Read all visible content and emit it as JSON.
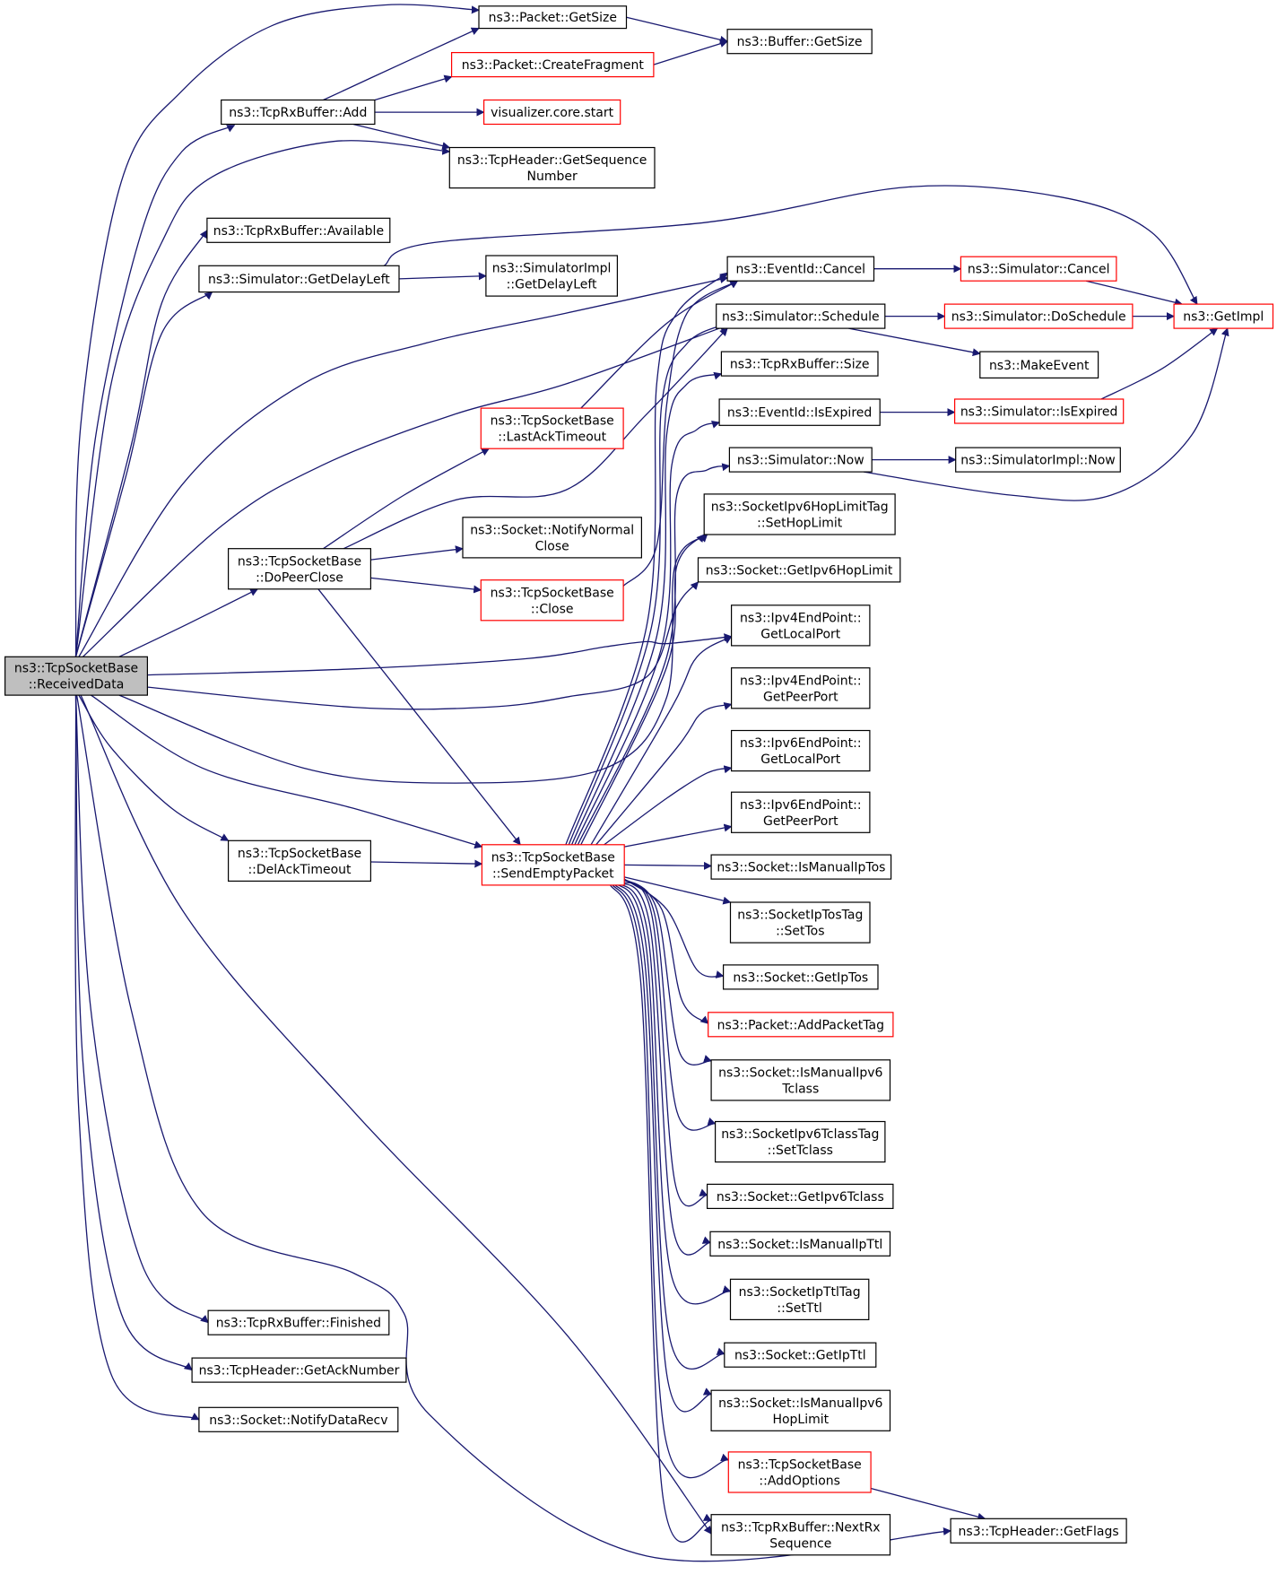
{
  "colors": {
    "edge": "#191970",
    "node_border_normal": "#000000",
    "node_border_truncated": "#ff0000",
    "root_fill": "#bfbfbf",
    "node_fill": "#ffffff"
  },
  "root": "ReceivedData",
  "nodes": [
    {
      "id": "ReceivedData",
      "lines": [
        "ns3::TcpSocketBase",
        "::ReceivedData"
      ],
      "truncated": false
    },
    {
      "id": "PacketGetSize",
      "lines": [
        "ns3::Packet::GetSize"
      ],
      "truncated": false
    },
    {
      "id": "BufferGetSize",
      "lines": [
        "ns3::Buffer::GetSize"
      ],
      "truncated": false
    },
    {
      "id": "CreateFragment",
      "lines": [
        "ns3::Packet::CreateFragment"
      ],
      "truncated": true
    },
    {
      "id": "RxAdd",
      "lines": [
        "ns3::TcpRxBuffer::Add"
      ],
      "truncated": false
    },
    {
      "id": "VisStart",
      "lines": [
        "visualizer.core.start"
      ],
      "truncated": true
    },
    {
      "id": "GetSeqNum",
      "lines": [
        "ns3::TcpHeader::GetSequence",
        "Number"
      ],
      "truncated": false
    },
    {
      "id": "RxAvailable",
      "lines": [
        "ns3::TcpRxBuffer::Available"
      ],
      "truncated": false
    },
    {
      "id": "GetDelayLeft",
      "lines": [
        "ns3::Simulator::GetDelayLeft"
      ],
      "truncated": false
    },
    {
      "id": "ImplGetDelayLeft",
      "lines": [
        "ns3::SimulatorImpl",
        "::GetDelayLeft"
      ],
      "truncated": false
    },
    {
      "id": "EventCancel",
      "lines": [
        "ns3::EventId::Cancel"
      ],
      "truncated": false
    },
    {
      "id": "SimCancel",
      "lines": [
        "ns3::Simulator::Cancel"
      ],
      "truncated": true
    },
    {
      "id": "GetImpl",
      "lines": [
        "ns3::GetImpl"
      ],
      "truncated": true
    },
    {
      "id": "SimSchedule",
      "lines": [
        "ns3::Simulator::Schedule"
      ],
      "truncated": false
    },
    {
      "id": "DoSchedule",
      "lines": [
        "ns3::Simulator::DoSchedule"
      ],
      "truncated": true
    },
    {
      "id": "MakeEvent",
      "lines": [
        "ns3::MakeEvent"
      ],
      "truncated": false
    },
    {
      "id": "RxSize",
      "lines": [
        "ns3::TcpRxBuffer::Size"
      ],
      "truncated": false
    },
    {
      "id": "EventIsExpired",
      "lines": [
        "ns3::EventId::IsExpired"
      ],
      "truncated": false
    },
    {
      "id": "SimIsExpired",
      "lines": [
        "ns3::Simulator::IsExpired"
      ],
      "truncated": true
    },
    {
      "id": "LastAckTimeout",
      "lines": [
        "ns3::TcpSocketBase",
        "::LastAckTimeout"
      ],
      "truncated": true
    },
    {
      "id": "SimNow",
      "lines": [
        "ns3::Simulator::Now"
      ],
      "truncated": false
    },
    {
      "id": "ImplNow",
      "lines": [
        "ns3::SimulatorImpl::Now"
      ],
      "truncated": false
    },
    {
      "id": "SetHopLimit",
      "lines": [
        "ns3::SocketIpv6HopLimitTag",
        "::SetHopLimit"
      ],
      "truncated": false
    },
    {
      "id": "NotifyNormalClose",
      "lines": [
        "ns3::Socket::NotifyNormal",
        "Close"
      ],
      "truncated": false
    },
    {
      "id": "DoPeerClose",
      "lines": [
        "ns3::TcpSocketBase",
        "::DoPeerClose"
      ],
      "truncated": false
    },
    {
      "id": "GetIpv6HopLimit",
      "lines": [
        "ns3::Socket::GetIpv6HopLimit"
      ],
      "truncated": false
    },
    {
      "id": "TcpClose",
      "lines": [
        "ns3::TcpSocketBase",
        "::Close"
      ],
      "truncated": true
    },
    {
      "id": "V4LocalPort",
      "lines": [
        "ns3::Ipv4EndPoint::",
        "GetLocalPort"
      ],
      "truncated": false
    },
    {
      "id": "V4PeerPort",
      "lines": [
        "ns3::Ipv4EndPoint::",
        "GetPeerPort"
      ],
      "truncated": false
    },
    {
      "id": "V6LocalPort",
      "lines": [
        "ns3::Ipv6EndPoint::",
        "GetLocalPort"
      ],
      "truncated": false
    },
    {
      "id": "V6PeerPort",
      "lines": [
        "ns3::Ipv6EndPoint::",
        "GetPeerPort"
      ],
      "truncated": false
    },
    {
      "id": "DelAckTimeout",
      "lines": [
        "ns3::TcpSocketBase",
        "::DelAckTimeout"
      ],
      "truncated": false
    },
    {
      "id": "SendEmptyPacket",
      "lines": [
        "ns3::TcpSocketBase",
        "::SendEmptyPacket"
      ],
      "truncated": true
    },
    {
      "id": "IsManualIpTos",
      "lines": [
        "ns3::Socket::IsManualIpTos"
      ],
      "truncated": false
    },
    {
      "id": "SetTos",
      "lines": [
        "ns3::SocketIpTosTag",
        "::SetTos"
      ],
      "truncated": false
    },
    {
      "id": "GetIpTos",
      "lines": [
        "ns3::Socket::GetIpTos"
      ],
      "truncated": false
    },
    {
      "id": "AddPacketTag",
      "lines": [
        "ns3::Packet::AddPacketTag"
      ],
      "truncated": true
    },
    {
      "id": "IsManualIpv6Tclass",
      "lines": [
        "ns3::Socket::IsManualIpv6",
        "Tclass"
      ],
      "truncated": false
    },
    {
      "id": "SetTclass",
      "lines": [
        "ns3::SocketIpv6TclassTag",
        "::SetTclass"
      ],
      "truncated": false
    },
    {
      "id": "GetIpv6Tclass",
      "lines": [
        "ns3::Socket::GetIpv6Tclass"
      ],
      "truncated": false
    },
    {
      "id": "IsManualIpTtl",
      "lines": [
        "ns3::Socket::IsManualIpTtl"
      ],
      "truncated": false
    },
    {
      "id": "SetTtl",
      "lines": [
        "ns3::SocketIpTtlTag",
        "::SetTtl"
      ],
      "truncated": false
    },
    {
      "id": "GetIpTtl",
      "lines": [
        "ns3::Socket::GetIpTtl"
      ],
      "truncated": false
    },
    {
      "id": "IsManualIpv6HopLimit",
      "lines": [
        "ns3::Socket::IsManualIpv6",
        "HopLimit"
      ],
      "truncated": false
    },
    {
      "id": "AddOptions",
      "lines": [
        "ns3::TcpSocketBase",
        "::AddOptions"
      ],
      "truncated": true
    },
    {
      "id": "RxFinished",
      "lines": [
        "ns3::TcpRxBuffer::Finished"
      ],
      "truncated": false
    },
    {
      "id": "GetAckNumber",
      "lines": [
        "ns3::TcpHeader::GetAckNumber"
      ],
      "truncated": false
    },
    {
      "id": "NotifyDataRecv",
      "lines": [
        "ns3::Socket::NotifyDataRecv"
      ],
      "truncated": false
    },
    {
      "id": "NextRxSeq",
      "lines": [
        "ns3::TcpRxBuffer::NextRx",
        "Sequence"
      ],
      "truncated": false
    },
    {
      "id": "GetFlags",
      "lines": [
        "ns3::TcpHeader::GetFlags"
      ],
      "truncated": false
    }
  ],
  "edges": [
    [
      "ReceivedData",
      "PacketGetSize"
    ],
    [
      "ReceivedData",
      "RxAdd"
    ],
    [
      "ReceivedData",
      "GetSeqNum"
    ],
    [
      "ReceivedData",
      "RxAvailable"
    ],
    [
      "ReceivedData",
      "GetDelayLeft"
    ],
    [
      "ReceivedData",
      "EventCancel"
    ],
    [
      "ReceivedData",
      "SimSchedule"
    ],
    [
      "ReceivedData",
      "DoPeerClose"
    ],
    [
      "ReceivedData",
      "V4LocalPort"
    ],
    [
      "ReceivedData",
      "GetIpv6HopLimit"
    ],
    [
      "ReceivedData",
      "SetHopLimit"
    ],
    [
      "ReceivedData",
      "SendEmptyPacket"
    ],
    [
      "ReceivedData",
      "DelAckTimeout"
    ],
    [
      "ReceivedData",
      "RxFinished"
    ],
    [
      "ReceivedData",
      "GetAckNumber"
    ],
    [
      "ReceivedData",
      "NotifyDataRecv"
    ],
    [
      "ReceivedData",
      "NextRxSeq"
    ],
    [
      "ReceivedData",
      "GetFlags"
    ],
    [
      "PacketGetSize",
      "BufferGetSize"
    ],
    [
      "CreateFragment",
      "BufferGetSize"
    ],
    [
      "RxAdd",
      "PacketGetSize"
    ],
    [
      "RxAdd",
      "CreateFragment"
    ],
    [
      "RxAdd",
      "VisStart"
    ],
    [
      "RxAdd",
      "GetSeqNum"
    ],
    [
      "GetDelayLeft",
      "ImplGetDelayLeft"
    ],
    [
      "GetDelayLeft",
      "GetImpl"
    ],
    [
      "EventCancel",
      "SimCancel"
    ],
    [
      "SimCancel",
      "GetImpl"
    ],
    [
      "SimSchedule",
      "DoSchedule"
    ],
    [
      "SimSchedule",
      "MakeEvent"
    ],
    [
      "DoSchedule",
      "GetImpl"
    ],
    [
      "EventIsExpired",
      "SimIsExpired"
    ],
    [
      "SimIsExpired",
      "GetImpl"
    ],
    [
      "SimNow",
      "ImplNow"
    ],
    [
      "SimNow",
      "GetImpl"
    ],
    [
      "LastAckTimeout",
      "EventCancel"
    ],
    [
      "DoPeerClose",
      "LastAckTimeout"
    ],
    [
      "DoPeerClose",
      "SimSchedule"
    ],
    [
      "DoPeerClose",
      "NotifyNormalClose"
    ],
    [
      "DoPeerClose",
      "TcpClose"
    ],
    [
      "DoPeerClose",
      "SendEmptyPacket"
    ],
    [
      "TcpClose",
      "EventCancel"
    ],
    [
      "DelAckTimeout",
      "SendEmptyPacket"
    ],
    [
      "SendEmptyPacket",
      "EventCancel"
    ],
    [
      "SendEmptyPacket",
      "SimSchedule"
    ],
    [
      "SendEmptyPacket",
      "RxSize"
    ],
    [
      "SendEmptyPacket",
      "EventIsExpired"
    ],
    [
      "SendEmptyPacket",
      "SimNow"
    ],
    [
      "SendEmptyPacket",
      "V4LocalPort"
    ],
    [
      "SendEmptyPacket",
      "V4PeerPort"
    ],
    [
      "SendEmptyPacket",
      "V6LocalPort"
    ],
    [
      "SendEmptyPacket",
      "V6PeerPort"
    ],
    [
      "SendEmptyPacket",
      "IsManualIpTos"
    ],
    [
      "SendEmptyPacket",
      "SetTos"
    ],
    [
      "SendEmptyPacket",
      "GetIpTos"
    ],
    [
      "SendEmptyPacket",
      "AddPacketTag"
    ],
    [
      "SendEmptyPacket",
      "IsManualIpv6Tclass"
    ],
    [
      "SendEmptyPacket",
      "SetTclass"
    ],
    [
      "SendEmptyPacket",
      "GetIpv6Tclass"
    ],
    [
      "SendEmptyPacket",
      "IsManualIpTtl"
    ],
    [
      "SendEmptyPacket",
      "SetTtl"
    ],
    [
      "SendEmptyPacket",
      "GetIpTtl"
    ],
    [
      "SendEmptyPacket",
      "IsManualIpv6HopLimit"
    ],
    [
      "SendEmptyPacket",
      "SetHopLimit"
    ],
    [
      "SendEmptyPacket",
      "AddOptions"
    ],
    [
      "SendEmptyPacket",
      "NextRxSeq"
    ],
    [
      "AddOptions",
      "GetFlags"
    ]
  ]
}
